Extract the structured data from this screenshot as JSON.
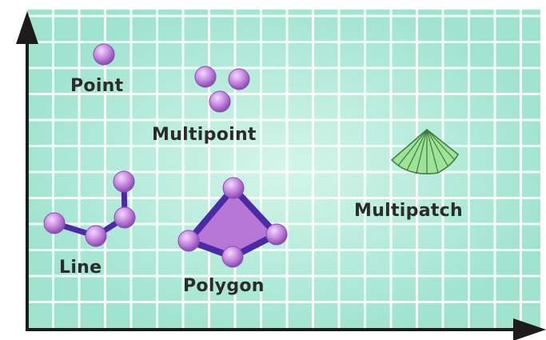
{
  "colors": {
    "background": "#ffffff",
    "grid_fill": "#aee9d8",
    "grid_fill_light": "#d4f5ea",
    "grid_lines": "#ffffff",
    "axis": "#1c1c1c",
    "point_fill": "#c98ae0",
    "point_stroke": "#7a3fa0",
    "line_stroke": "#4b2aa8",
    "polygon_fill": "#b777d6",
    "multipatch_fill": "#9fe39a",
    "multipatch_stroke": "#3f7a3a",
    "label_text": "#2b2b2b"
  },
  "labels": {
    "point": "Point",
    "multipoint": "Multipoint",
    "line": "Line",
    "polygon": "Polygon",
    "multipatch": "Multipatch"
  },
  "icons": {
    "x_axis": "arrow-right-icon",
    "y_axis": "arrow-up-icon"
  }
}
